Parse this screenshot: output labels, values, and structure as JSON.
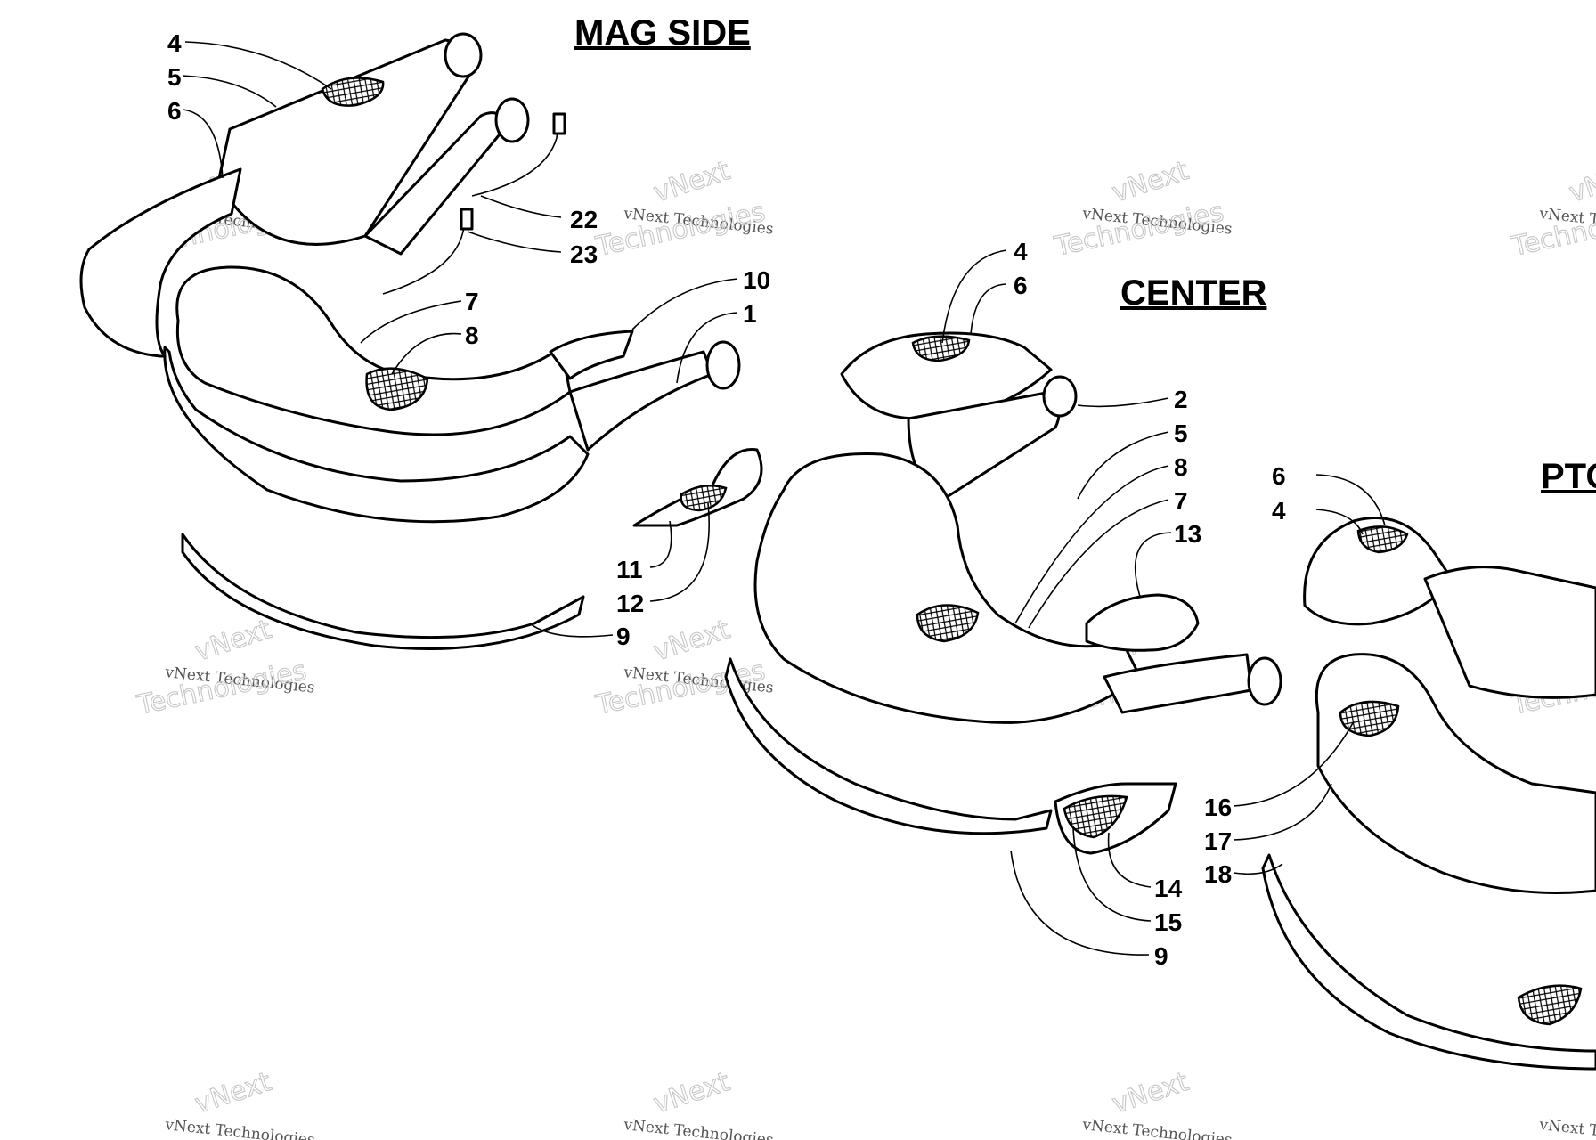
{
  "titles": {
    "mag_side": "MAG SIDE",
    "center": "CENTER",
    "pto": "PTO"
  },
  "watermark": {
    "line1": "vNext Technologies",
    "line2": "Technologies",
    "overlay": "vNext"
  },
  "callouts": {
    "mag": [
      "4",
      "5",
      "6",
      "22",
      "23",
      "7",
      "8",
      "10",
      "1",
      "11",
      "12",
      "9"
    ],
    "center": [
      "4",
      "6",
      "2",
      "5",
      "8",
      "7",
      "13",
      "14",
      "15",
      "9"
    ],
    "pto": [
      "6",
      "4",
      "16",
      "17",
      "18"
    ]
  }
}
